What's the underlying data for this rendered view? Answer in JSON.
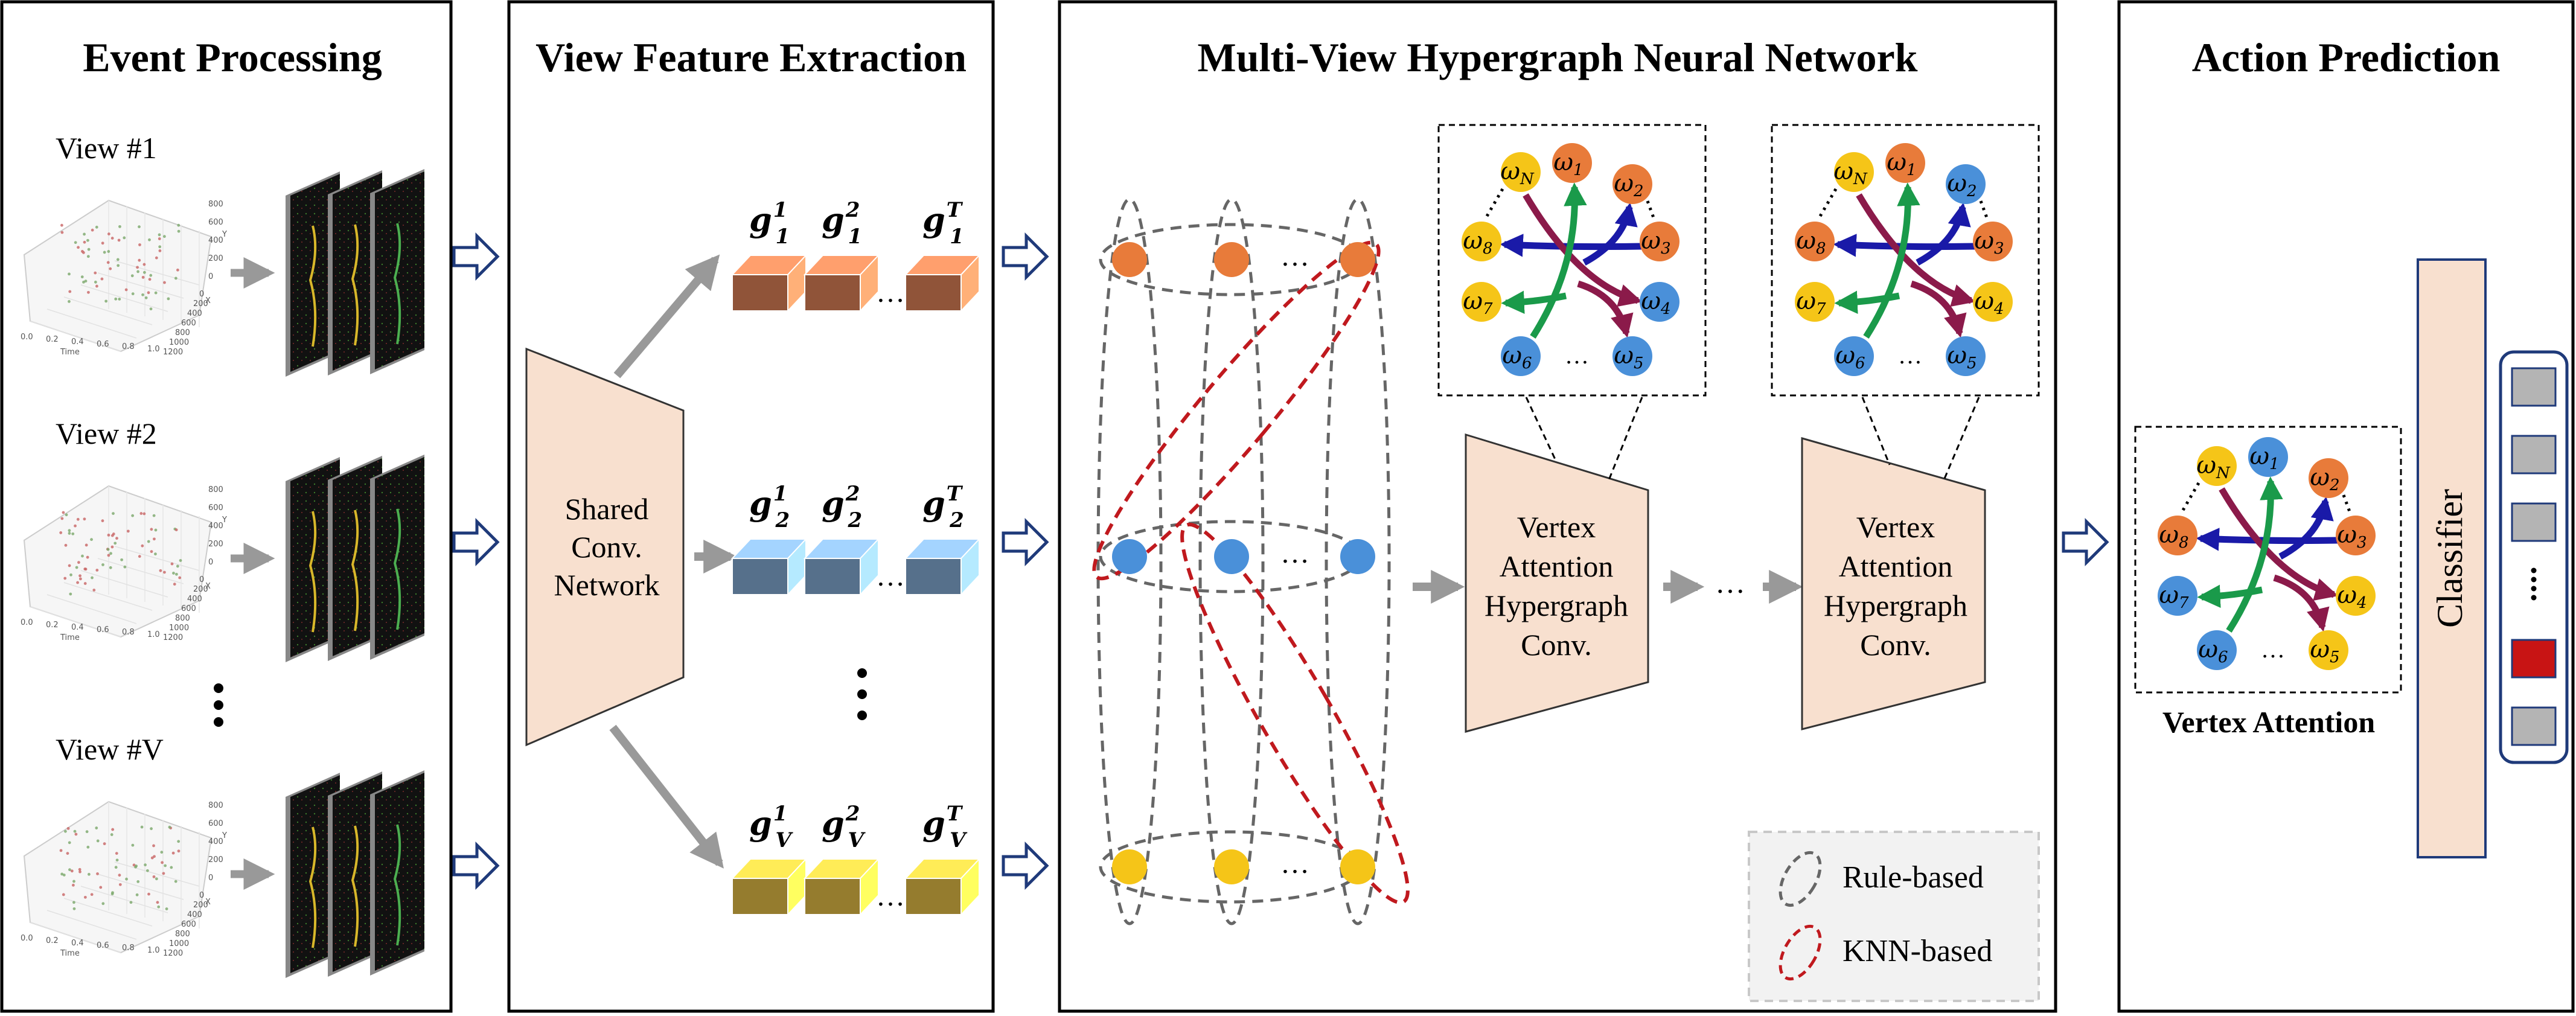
{
  "sections": {
    "event_processing": "Event Processing",
    "view_feature_extraction": "View Feature Extraction",
    "multi_view_hgnn": "Multi-View Hypergraph Neural Network",
    "action_prediction": "Action Prediction"
  },
  "views": [
    {
      "label": "View #1"
    },
    {
      "label": "View #2"
    },
    {
      "label": "View #V"
    }
  ],
  "plot_axes": {
    "x_ticks": [
      "0.0",
      "0.2",
      "0.4",
      "0.6",
      "0.8",
      "1.0"
    ],
    "x_label": "Time",
    "y_ticks": [
      "1200",
      "1000",
      "800",
      "600",
      "400",
      "200",
      "0"
    ],
    "y_label": "X",
    "z_ticks": [
      "800",
      "600",
      "400",
      "200",
      "0"
    ],
    "z_label": "Y"
  },
  "shared_network": [
    "Shared",
    "Conv.",
    "Network"
  ],
  "features": [
    {
      "row": "1",
      "color": "#e8875c",
      "labels": [
        {
          "sub": "1",
          "sup": "1"
        },
        {
          "sub": "1",
          "sup": "2"
        },
        {
          "sub": "1",
          "sup": "T"
        }
      ]
    },
    {
      "row": "2",
      "color": "#8bb4e0",
      "labels": [
        {
          "sub": "2",
          "sup": "1"
        },
        {
          "sub": "2",
          "sup": "2"
        },
        {
          "sub": "2",
          "sup": "T"
        }
      ]
    },
    {
      "row": "V",
      "color": "#f0c84a",
      "labels": [
        {
          "sub": "V",
          "sup": "1"
        },
        {
          "sub": "V",
          "sup": "2"
        },
        {
          "sub": "V",
          "sup": "T"
        }
      ]
    }
  ],
  "feature_symbol": "g",
  "ellipsis": "…",
  "conv_block": [
    "Vertex",
    "Attention",
    "Hypergraph",
    "Conv."
  ],
  "legend": {
    "rule_based": "Rule-based",
    "knn_based": "KNN-based"
  },
  "vertex_attention": "Vertex Attention",
  "classifier": "Classifier",
  "omega_symbol": "ω",
  "graph_nodes": [
    "N",
    "1",
    "2",
    "3",
    "4",
    "5",
    "6",
    "7",
    "8"
  ],
  "graph_colors": {
    "graph_a": [
      "#f5c518",
      "#e87b3a",
      "#e87b3a",
      "#e87b3a",
      "#4a90d9",
      "#4a90d9",
      "#4a90d9",
      "#f5c518",
      "#f5c518"
    ],
    "graph_b": [
      "#f5c518",
      "#e87b3a",
      "#4a90d9",
      "#e87b3a",
      "#f5c518",
      "#4a90d9",
      "#4a90d9",
      "#f5c518",
      "#e87b3a"
    ],
    "graph_c": [
      "#f5c518",
      "#4a90d9",
      "#e87b3a",
      "#e87b3a",
      "#f5c518",
      "#f5c518",
      "#4a90d9",
      "#4a90d9",
      "#e87b3a"
    ]
  },
  "colors": {
    "orange": "#e87b3a",
    "blue": "#4a90d9",
    "yellow": "#f5c518",
    "peach": "#f8e0cf",
    "knn_red": "#c0191e",
    "arrow_gray": "#999999",
    "arrow_navy": "#1f3a7a"
  },
  "output_slots": [
    "gray",
    "gray",
    "gray",
    "gray",
    "red",
    "gray"
  ]
}
